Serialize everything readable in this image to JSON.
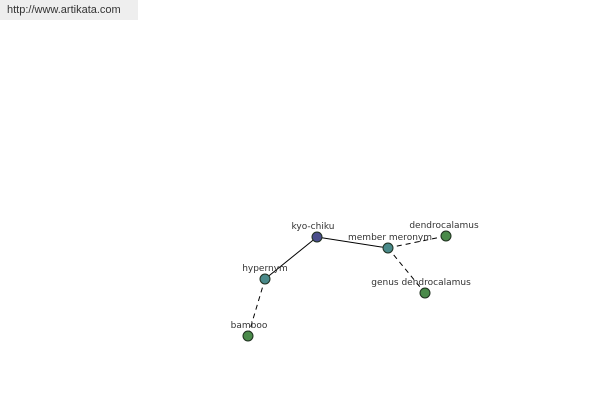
{
  "site_url": "http://www.artikata.com",
  "colors": {
    "root_node": "#4a4e8c",
    "relation_node": "#4a8a8a",
    "leaf_node": "#4a8a4a",
    "node_stroke": "#1f2f1f",
    "edge": "#000000"
  },
  "nodes": [
    {
      "key": "kyo-chiku",
      "label": "kyo-chiku",
      "kind": "root"
    },
    {
      "key": "member-meronym",
      "label": "member meronym",
      "kind": "relation"
    },
    {
      "key": "hypernym",
      "label": "hypernym",
      "kind": "relation"
    },
    {
      "key": "dendrocalamus",
      "label": "dendrocalamus",
      "kind": "leaf"
    },
    {
      "key": "genus-dendrocalamus",
      "label": "genus dendrocalamus",
      "kind": "leaf"
    },
    {
      "key": "bamboo",
      "label": "bamboo",
      "kind": "leaf"
    }
  ],
  "edges": [
    {
      "from": "kyo-chiku",
      "to": "member-meronym",
      "style": "solid"
    },
    {
      "from": "kyo-chiku",
      "to": "hypernym",
      "style": "solid"
    },
    {
      "from": "member-meronym",
      "to": "dendrocalamus",
      "style": "dashed"
    },
    {
      "from": "member-meronym",
      "to": "genus-dendrocalamus",
      "style": "dashed"
    },
    {
      "from": "hypernym",
      "to": "bamboo",
      "style": "dashed"
    }
  ]
}
